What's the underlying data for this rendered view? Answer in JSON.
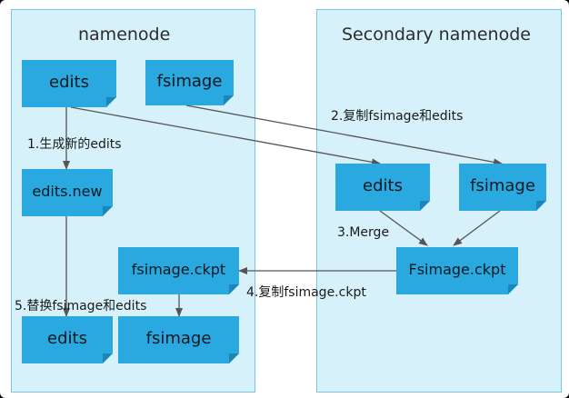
{
  "panels": {
    "left_title": "namenode",
    "right_title": "Secondary namenode"
  },
  "nodes": {
    "edits_left": "edits",
    "fsimage_left": "fsimage",
    "edits_new": "edits.new",
    "fsimage_ckpt_left": "fsimage.ckpt",
    "edits_bottom": "edits",
    "fsimage_bottom": "fsimage",
    "edits_right": "edits",
    "fsimage_right": "fsimage",
    "fsimage_ckpt_right": "Fsimage.ckpt"
  },
  "steps": {
    "step1": "1.生成新的edits",
    "step2": "2.复制fsimage和edits",
    "step3": "3.Merge",
    "step4": "4.复制fsimage.ckpt",
    "step5": "5.替换fsimage和edits"
  },
  "colors": {
    "panel_fill": "#d6f1fa",
    "panel_border": "#79c6e0",
    "node_fill": "#2aa9e0",
    "arrow": "#555555"
  }
}
